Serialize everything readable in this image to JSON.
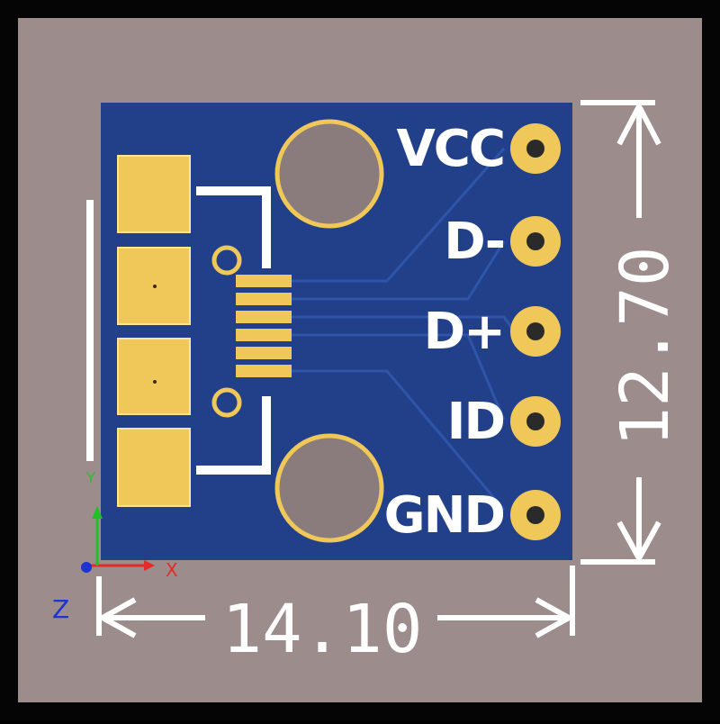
{
  "board": {
    "pins": [
      {
        "label": "VCC"
      },
      {
        "label": "D-"
      },
      {
        "label": "D+"
      },
      {
        "label": "ID"
      },
      {
        "label": "GND"
      }
    ]
  },
  "dimensions": {
    "width": "14.10",
    "height": "12.70"
  },
  "axes": {
    "x_label": "X",
    "y_label": "Y",
    "z_label": "Z"
  },
  "colors": {
    "background": "#9c8d8c",
    "board": "#22408a",
    "copper": "#f0c85a",
    "silkscreen": "#ffffff",
    "axis_x": "#e52a2a",
    "axis_y": "#22c028",
    "axis_z": "#1d34d0"
  }
}
